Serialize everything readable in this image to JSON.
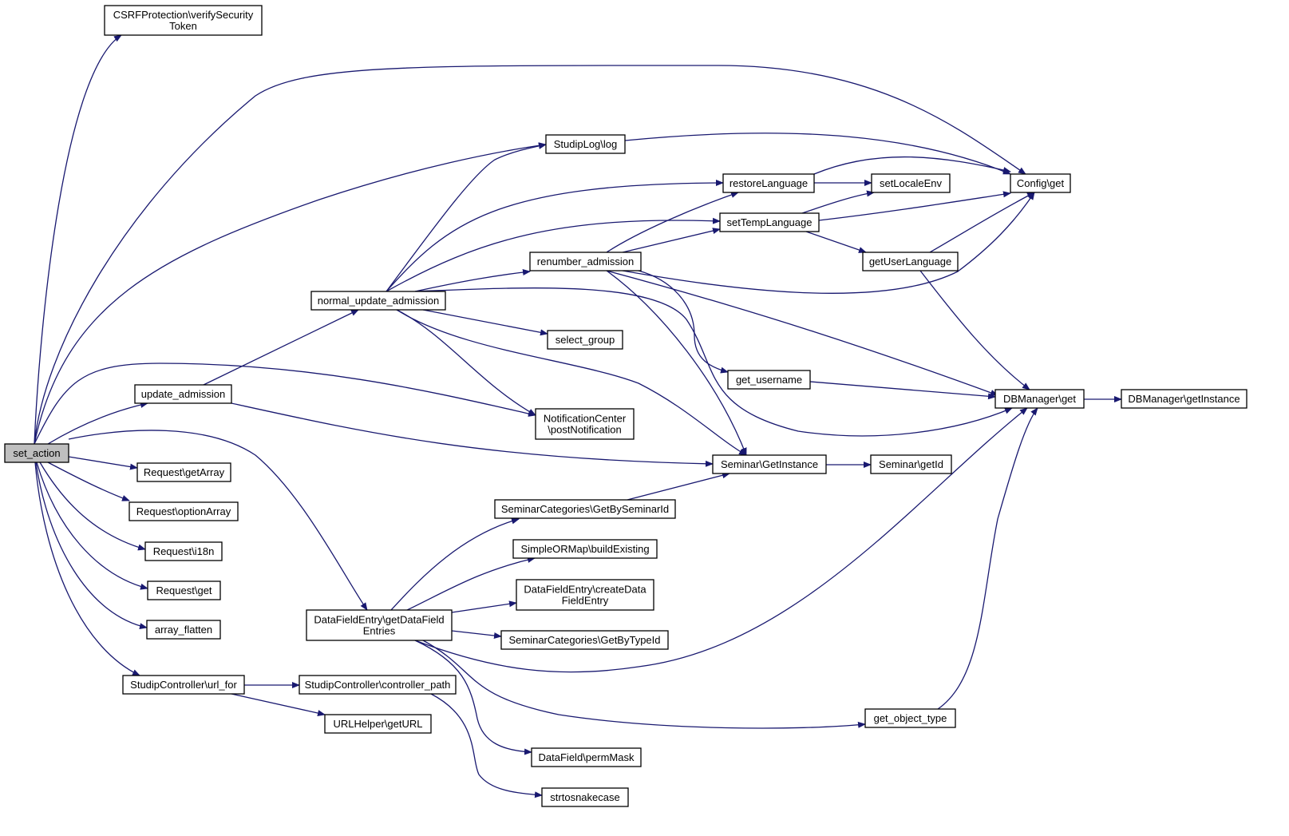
{
  "graph": {
    "edge_color": "#191970",
    "root_fill": "#bfbfbf",
    "nodes": [
      {
        "id": "set_action",
        "label": [
          "set_action"
        ],
        "root": true
      },
      {
        "id": "csrf",
        "label": [
          "CSRFProtection\\verifySecurity",
          "Token"
        ]
      },
      {
        "id": "config_get",
        "label": [
          "Config\\get"
        ]
      },
      {
        "id": "studiplog",
        "label": [
          "StudipLog\\log"
        ]
      },
      {
        "id": "restorelang",
        "label": [
          "restoreLanguage"
        ]
      },
      {
        "id": "setlocale",
        "label": [
          "setLocaleEnv"
        ]
      },
      {
        "id": "settemplang",
        "label": [
          "setTempLanguage"
        ]
      },
      {
        "id": "renumber",
        "label": [
          "renumber_admission"
        ]
      },
      {
        "id": "getuserlang",
        "label": [
          "getUserLanguage"
        ]
      },
      {
        "id": "normal_update",
        "label": [
          "normal_update_admission"
        ]
      },
      {
        "id": "select_group",
        "label": [
          "select_group"
        ]
      },
      {
        "id": "update_adm",
        "label": [
          "update_admission"
        ]
      },
      {
        "id": "get_username",
        "label": [
          "get_username"
        ]
      },
      {
        "id": "dbm_get",
        "label": [
          "DBManager\\get"
        ]
      },
      {
        "id": "dbm_inst",
        "label": [
          "DBManager\\getInstance"
        ]
      },
      {
        "id": "notif",
        "label": [
          "NotificationCenter",
          "\\postNotification"
        ]
      },
      {
        "id": "sem_inst",
        "label": [
          "Seminar\\GetInstance"
        ]
      },
      {
        "id": "sem_getid",
        "label": [
          "Seminar\\getId"
        ]
      },
      {
        "id": "req_getarray",
        "label": [
          "Request\\getArray"
        ]
      },
      {
        "id": "req_option",
        "label": [
          "Request\\optionArray"
        ]
      },
      {
        "id": "semcat_bysem",
        "label": [
          "SeminarCategories\\GetBySeminarId"
        ]
      },
      {
        "id": "req_i18n",
        "label": [
          "Request\\i18n"
        ]
      },
      {
        "id": "sorm",
        "label": [
          "SimpleORMap\\buildExisting"
        ]
      },
      {
        "id": "req_get",
        "label": [
          "Request\\get"
        ]
      },
      {
        "id": "dfe_create",
        "label": [
          "DataFieldEntry\\createData",
          "FieldEntry"
        ]
      },
      {
        "id": "dfe_get",
        "label": [
          "DataFieldEntry\\getDataField",
          "Entries"
        ]
      },
      {
        "id": "array_flatten",
        "label": [
          "array_flatten"
        ]
      },
      {
        "id": "semcat_bytype",
        "label": [
          "SeminarCategories\\GetByTypeId"
        ]
      },
      {
        "id": "sc_url",
        "label": [
          "StudipController\\url_for"
        ]
      },
      {
        "id": "sc_ctrl",
        "label": [
          "StudipController\\controller_path"
        ]
      },
      {
        "id": "get_obj_type",
        "label": [
          "get_object_type"
        ]
      },
      {
        "id": "urlhelper",
        "label": [
          "URLHelper\\getURL"
        ]
      },
      {
        "id": "df_perm",
        "label": [
          "DataField\\permMask"
        ]
      },
      {
        "id": "strtosnake",
        "label": [
          "strtosnakecase"
        ]
      }
    ],
    "edges": [
      [
        "set_action",
        "csrf"
      ],
      [
        "set_action",
        "config_get"
      ],
      [
        "set_action",
        "studiplog"
      ],
      [
        "set_action",
        "update_adm"
      ],
      [
        "set_action",
        "notif"
      ],
      [
        "set_action",
        "dfe_get"
      ],
      [
        "set_action",
        "req_getarray"
      ],
      [
        "set_action",
        "req_option"
      ],
      [
        "set_action",
        "req_i18n"
      ],
      [
        "set_action",
        "req_get"
      ],
      [
        "set_action",
        "array_flatten"
      ],
      [
        "set_action",
        "sc_url"
      ],
      [
        "update_adm",
        "normal_update"
      ],
      [
        "update_adm",
        "sem_inst"
      ],
      [
        "normal_update",
        "studiplog"
      ],
      [
        "normal_update",
        "restorelang"
      ],
      [
        "normal_update",
        "settemplang"
      ],
      [
        "normal_update",
        "renumber"
      ],
      [
        "normal_update",
        "select_group"
      ],
      [
        "normal_update",
        "notif"
      ],
      [
        "normal_update",
        "sem_inst"
      ],
      [
        "normal_update",
        "dbm_get"
      ],
      [
        "studiplog",
        "config_get"
      ],
      [
        "restorelang",
        "config_get"
      ],
      [
        "restorelang",
        "setlocale"
      ],
      [
        "settemplang",
        "setlocale"
      ],
      [
        "settemplang",
        "config_get"
      ],
      [
        "settemplang",
        "getuserlang"
      ],
      [
        "getuserlang",
        "config_get"
      ],
      [
        "getuserlang",
        "dbm_get"
      ],
      [
        "renumber",
        "restorelang"
      ],
      [
        "renumber",
        "settemplang"
      ],
      [
        "renumber",
        "config_get"
      ],
      [
        "renumber",
        "get_username"
      ],
      [
        "renumber",
        "dbm_get"
      ],
      [
        "renumber",
        "sem_inst"
      ],
      [
        "get_username",
        "dbm_get"
      ],
      [
        "dbm_get",
        "dbm_inst"
      ],
      [
        "sem_inst",
        "sem_getid"
      ],
      [
        "semcat_bysem",
        "sem_inst"
      ],
      [
        "dfe_get",
        "semcat_bysem"
      ],
      [
        "dfe_get",
        "sorm"
      ],
      [
        "dfe_get",
        "dfe_create"
      ],
      [
        "dfe_get",
        "semcat_bytype"
      ],
      [
        "dfe_get",
        "dbm_get"
      ],
      [
        "dfe_get",
        "get_obj_type"
      ],
      [
        "dfe_get",
        "df_perm"
      ],
      [
        "get_obj_type",
        "dbm_get"
      ],
      [
        "sc_url",
        "sc_ctrl"
      ],
      [
        "sc_url",
        "urlhelper"
      ],
      [
        "sc_ctrl",
        "strtosnake"
      ]
    ]
  }
}
